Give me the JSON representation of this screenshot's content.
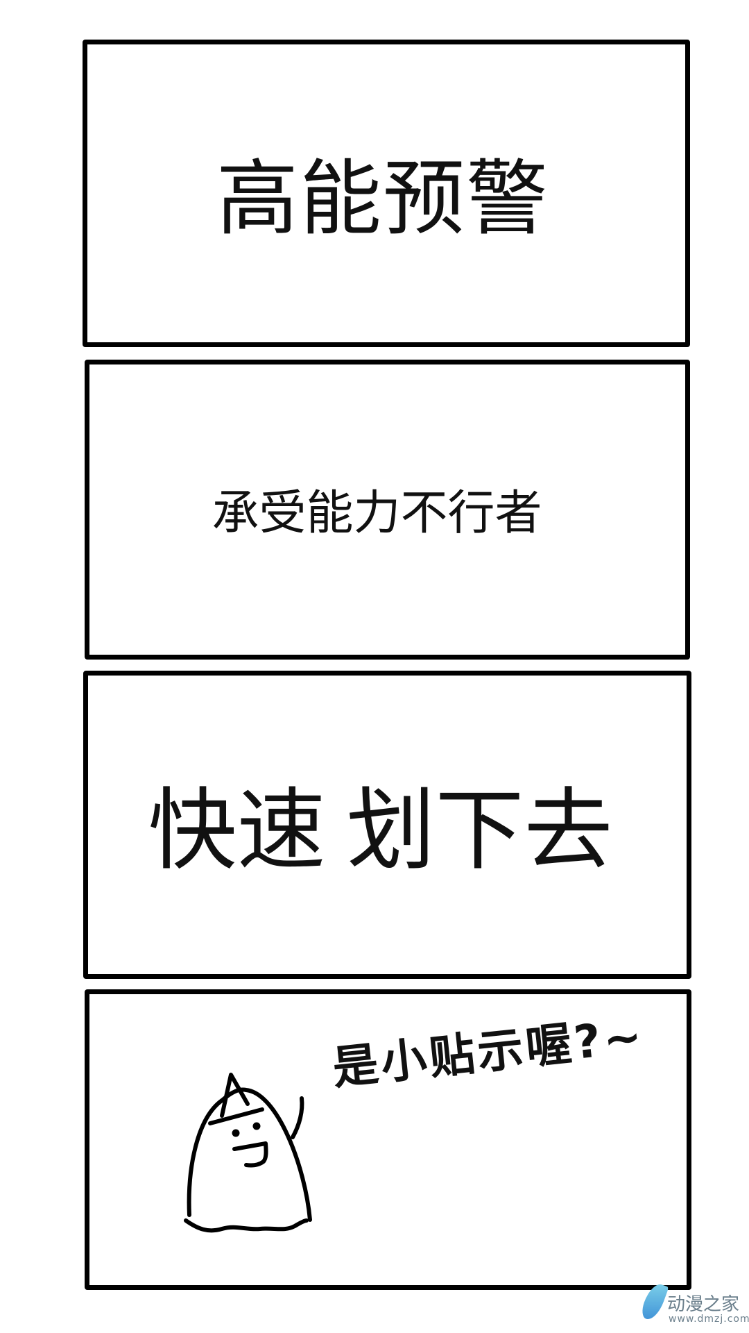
{
  "panels": [
    {
      "text": "高能预警"
    },
    {
      "text": "承受能力不行者"
    },
    {
      "text_a": "快速",
      "text_b": "划下去"
    },
    {
      "speech": "是小贴示喔?~"
    }
  ],
  "watermark": {
    "name": "动漫之家",
    "url": "www.dmzj.com"
  }
}
